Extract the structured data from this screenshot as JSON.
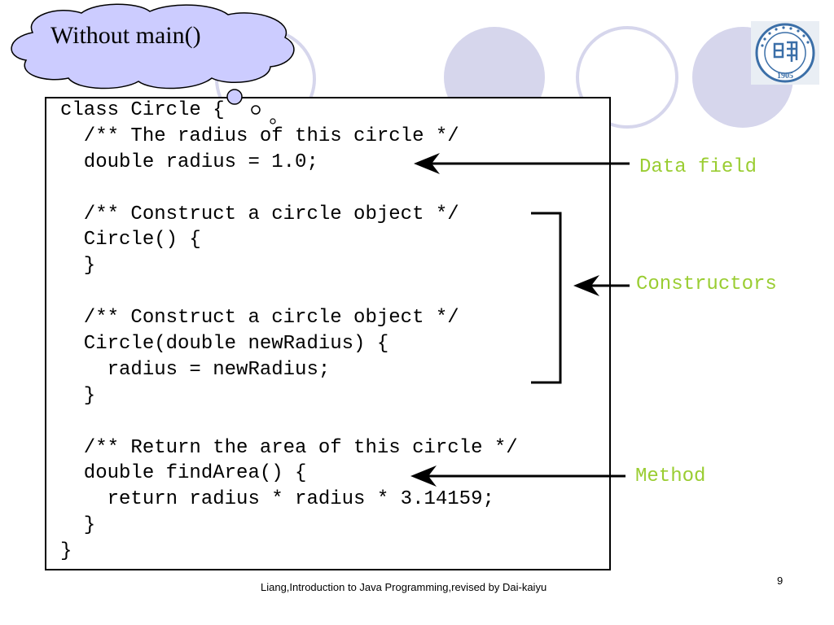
{
  "slide": {
    "callout_title": "Without main()",
    "code_lines": [
      "class Circle {",
      "  /** The radius of this circle */",
      "  double radius = 1.0;",
      "",
      "  /** Construct a circle object */",
      "  Circle() {",
      "  }",
      "",
      "  /** Construct a circle object */",
      "  Circle(double newRadius) {",
      "    radius = newRadius;",
      "  }",
      "",
      "  /** Return the area of this circle */",
      "  double findArea() {",
      "    return radius * radius * 3.14159;",
      "  }",
      "}"
    ],
    "annotations": {
      "data_field": "Data field",
      "constructors": "Constructors",
      "method": "Method"
    },
    "footer": "Liang,Introduction to Java Programming,revised by Dai-kaiyu",
    "page_number": "9",
    "logo_year": "1905"
  },
  "colors": {
    "annotation": "#9acd32",
    "callout_fill": "#ccccff",
    "decor_circle": "#d6d6ec",
    "logo_blue": "#3b6fa8"
  },
  "icons": [
    "cloud-callout",
    "arrow-left-icon",
    "bracket-icon",
    "university-seal-logo"
  ]
}
